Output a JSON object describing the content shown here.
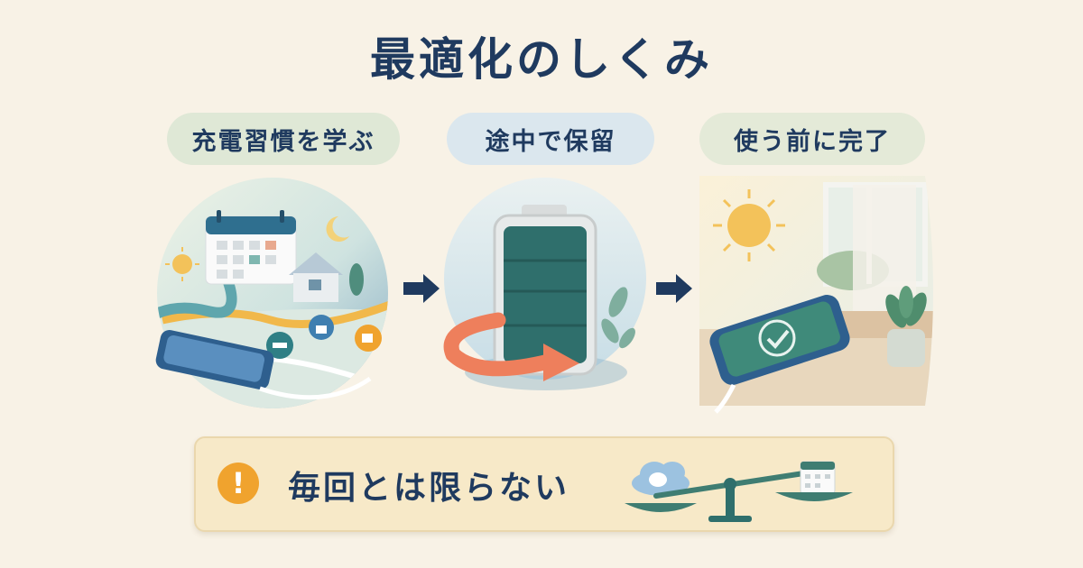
{
  "title": "最適化のしくみ",
  "steps": [
    {
      "label": "充電習慣を学ぶ"
    },
    {
      "label": "途中で保留"
    },
    {
      "label": "使う前に完了"
    }
  ],
  "warning": {
    "icon": "exclamation-icon",
    "badge_text": "!",
    "text": "毎回とは限らない"
  },
  "colors": {
    "title": "#1f3a5f",
    "accent_orange": "#f0a32e",
    "battery_green": "#2f6f6c",
    "arrow_coral": "#ee7f5c",
    "background": "#f8f2e6"
  }
}
